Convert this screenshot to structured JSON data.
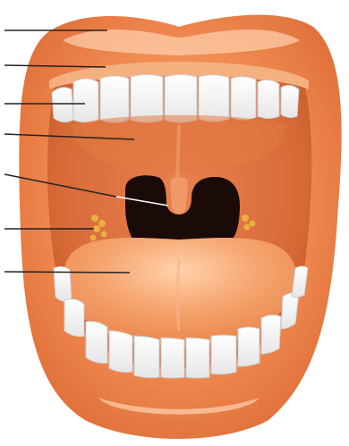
{
  "figure": {
    "description_labels": [],
    "colors": {
      "lip": "#f08a4a",
      "lip_highlight": "#ffc49a",
      "lip_shadow": "#d4642a",
      "cavity": "#e0703c",
      "cavity_dark": "#c85a2c",
      "throat": "#1a0a08",
      "tongue": "#f4a06a",
      "tongue_light": "#ffd0a8",
      "teeth": "#ffffff",
      "teeth_shade": "#d8d8d8",
      "tonsil": "#e8b040",
      "leader_line": "#222222",
      "uvula_pointer": "#ffffff"
    },
    "label_lines": [
      {
        "id": "upper-lip"
      },
      {
        "id": "gums"
      },
      {
        "id": "teeth"
      },
      {
        "id": "palate"
      },
      {
        "id": "uvula"
      },
      {
        "id": "tonsil"
      },
      {
        "id": "tongue"
      }
    ]
  }
}
